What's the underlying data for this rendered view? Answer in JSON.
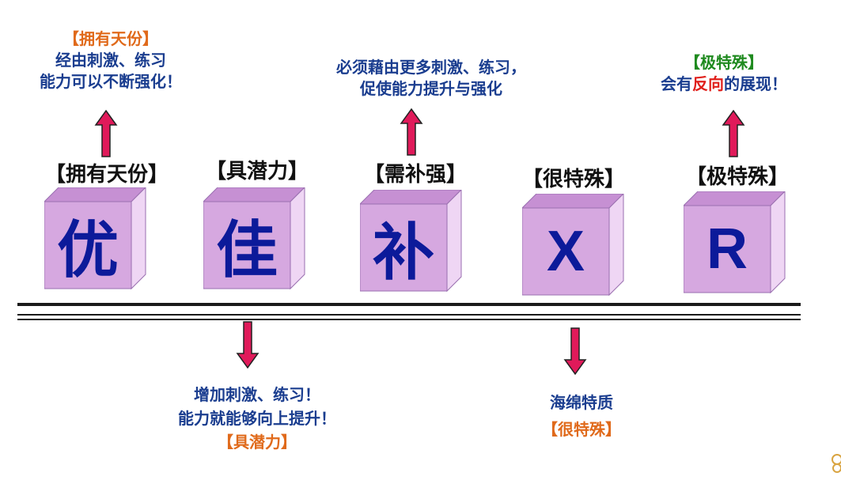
{
  "top_notes": [
    {
      "tag": "【拥有天份】",
      "lines": [
        "经由刺激、练习",
        "能力可以不断强化！"
      ]
    },
    {
      "lines": [
        "必须藉由更多刺激、练习，",
        "促使能力提升与强化"
      ]
    },
    {
      "tag": "【极特殊】",
      "line_pre": "会有",
      "line_em": "反向",
      "line_post": "的展现！"
    }
  ],
  "cubes": [
    {
      "label": "【拥有天份】",
      "glyph": "优"
    },
    {
      "label": "【具潜力】",
      "glyph": "佳"
    },
    {
      "label": "【需补强】",
      "glyph": "补"
    },
    {
      "label": "【很特殊】",
      "glyph": "X"
    },
    {
      "label": "【极特殊】",
      "glyph": "R"
    }
  ],
  "bottom_notes": [
    {
      "lines": [
        "增加刺激、练习！",
        "能力就能够向上提升！"
      ],
      "tag": "【具潜力】"
    },
    {
      "lines": [
        "海绵特质"
      ],
      "tag": "【很特殊】"
    }
  ],
  "colors": {
    "cube_face": "#d6a8e0",
    "cube_top": "#c690d3",
    "cube_side": "#efd6f4",
    "glyph": "#0c1a9a",
    "arrow": "#e01a5a",
    "note_text": "#1a3d8f",
    "tag_orange": "#e06a1b",
    "tag_green": "#1f8a1f",
    "emphasis_red": "#e0201b"
  },
  "icons": [
    "arrow-up-icon",
    "arrow-down-icon",
    "logo-icon"
  ]
}
